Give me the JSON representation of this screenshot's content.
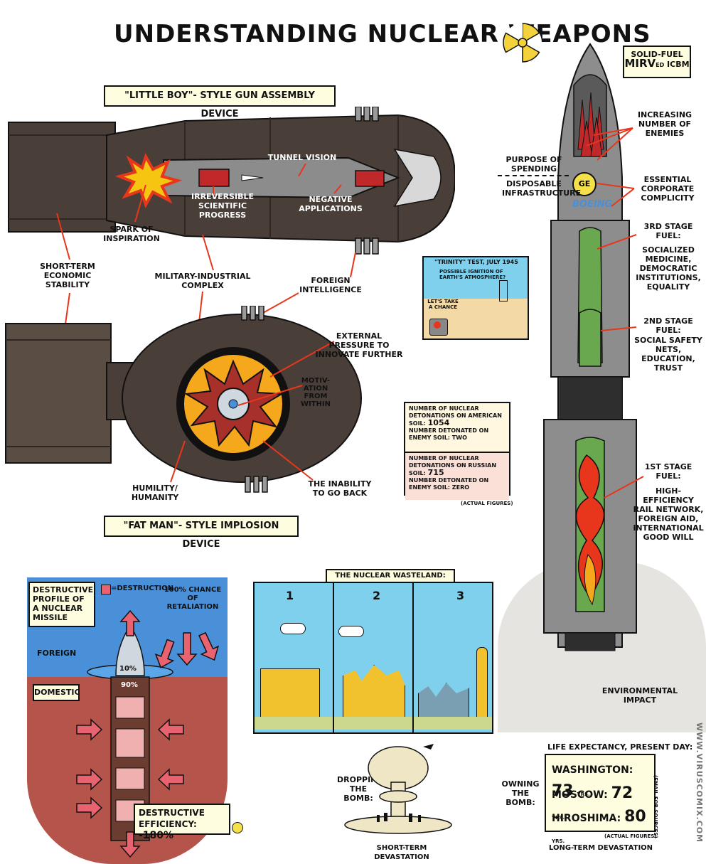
{
  "title": "Understanding Nuclear Weapons",
  "little_boy": {
    "header": "\"Little Boy\"- style gun assembly device",
    "tunnel_vision": "Tunnel Vision",
    "irreversible": "Irreversible scientific progress",
    "negative": "Negative applications",
    "spark": "Spark of inspiration"
  },
  "shared": {
    "short_term": "Short-term economic stability",
    "military": "Military-industrial complex",
    "foreign_intel": "Foreign intelligence"
  },
  "fat_man": {
    "header": "\"Fat Man\"- style implosion device",
    "external": "External pressure to innovate further",
    "motivation": "Motiv-ation from within",
    "humility": "Humility/ Humanity",
    "inability": "The inability to go back"
  },
  "trinity": {
    "caption": "\"Trinity\" test, July 1945",
    "ignition": "Possible ignition of Earth's atmosphere?",
    "chance": "Let's take a chance"
  },
  "detonations": {
    "us_label": "Number of nuclear detonations on American soil:",
    "us_value": "1054",
    "us_enemy_label": "Number detonated on enemy soil:",
    "us_enemy_value": "Two",
    "ru_label": "Number of nuclear detonations on Russian soil:",
    "ru_value": "715",
    "ru_enemy_label": "Number detonated on enemy soil:",
    "ru_enemy_value": "Zero",
    "note": "(Actual figures)"
  },
  "rocket": {
    "header_1": "Solid-fuel",
    "header_2a": "MIRV",
    "header_2b": "ed",
    "header_2c": " ICBM",
    "enemies": "Increasing number of enemies",
    "purpose": "Purpose of spending",
    "disposable": "Disposable infrastructure",
    "corporate": "Essential corporate complicity",
    "boeing": "BOEING",
    "ge": "GE",
    "third_title": "3rd stage fuel:",
    "third_body": "Socialized medicine, democratic institutions, equality",
    "second_title": "2nd stage fuel:",
    "second_body": "Social safety nets, education, trust",
    "first_title": "1st stage fuel:",
    "first_body": "High-efficiency rail network, foreign aid, international good will",
    "env": "Environmental impact"
  },
  "profile": {
    "title": "Destructive profile of a nuclear missile",
    "legend": "=Destruction",
    "retaliation": "100% chance of retaliation",
    "foreign": "Foreign",
    "domestic": "Domestic",
    "pct_10": "10%",
    "pct_90": "90%",
    "efficiency_label": "Destructive efficiency:",
    "efficiency_value": "-180%"
  },
  "wasteland": {
    "title": "The nuclear wasteland:",
    "panels": [
      "1",
      "2",
      "3"
    ]
  },
  "bottom": {
    "dropping": "Dropping the bomb:",
    "short_dev": "Short-term devastation",
    "owning": "Owning the bomb:",
    "life_title": "Life expectancy, present day:",
    "cities": [
      {
        "name": "Washington:",
        "value": "73",
        "unit": "yrs."
      },
      {
        "name": "Moscow:",
        "value": "72",
        "unit": "yrs."
      },
      {
        "name": "Hiroshima:",
        "value": "80",
        "unit": "yrs."
      }
    ],
    "email": "(Email for sources)",
    "actual": "(Actual figures)",
    "long_dev": "Long-term devastation"
  },
  "credit": "WWW.VIRUSCOMIX.COM",
  "colors": {
    "bomb": "#4a3f38",
    "bomb_dark": "#2e2622",
    "sky": "#4a90d9",
    "earth": "#b5544a",
    "yellow_box": "#fffde0",
    "rocket": "#8d8d8d",
    "fuel_green": "#6aa84f",
    "flame": "#e8361c",
    "panel_sky": "#7fd0ec",
    "building": "#f2c12e"
  }
}
